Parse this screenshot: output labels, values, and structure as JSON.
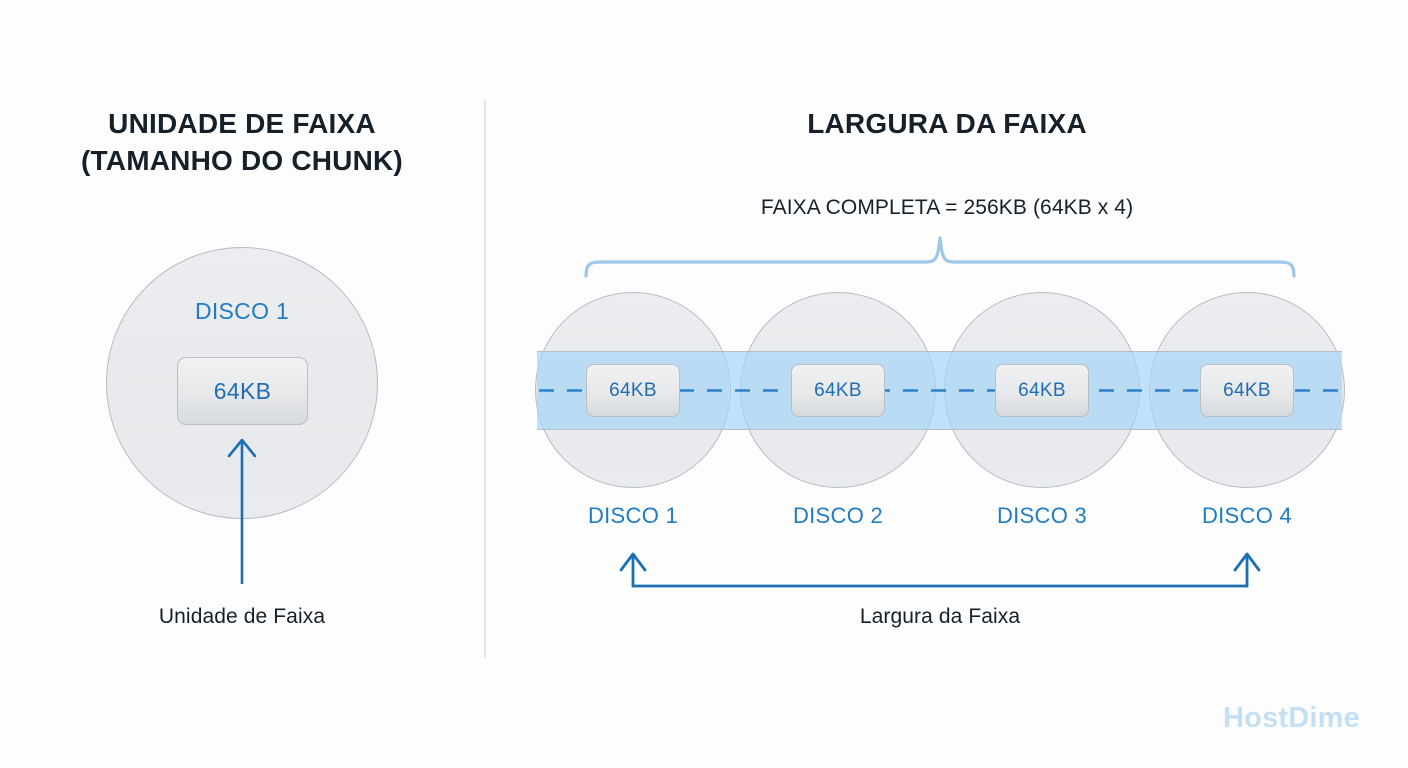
{
  "page": {
    "background": "#fdfdfd",
    "logo": "HostDime",
    "logo_color": "#c5dff2"
  },
  "colors": {
    "title": "#15202b",
    "disc_label_blue": "#1f7cc2",
    "chunk_text_blue": "#1f6db5",
    "arrow_blue": "#1b6fb5",
    "brace_blue": "#9dc8e8",
    "stripe_band": "#a7d6f6",
    "disc_fill": "#e8eaed",
    "disc_border": "#b6bcc4",
    "divider": "#e3e9ed"
  },
  "left_panel": {
    "title_line1": "UNIDADE DE FAIXA",
    "title_line2": "(TAMANHO DO CHUNK)",
    "disc_label": "DISCO 1",
    "chunk_label": "64KB",
    "caption": "Unidade de Faixa"
  },
  "right_panel": {
    "title": "LARGURA DA FAIXA",
    "full_stripe_label": "FAIXA COMPLETA = 256KB (64KB x 4)",
    "caption": "Largura da Faixa",
    "discs": [
      {
        "label": "DISCO 1",
        "chunk": "64KB"
      },
      {
        "label": "DISCO 2",
        "chunk": "64KB"
      },
      {
        "label": "DISCO 3",
        "chunk": "64KB"
      },
      {
        "label": "DISCO 4",
        "chunk": "64KB"
      }
    ]
  },
  "chart_data": {
    "type": "diagram",
    "title": "RAID striping: stripe unit vs stripe width",
    "stripe_unit_kb": 64,
    "disc_count": 4,
    "full_stripe_kb": 256,
    "formula": "256KB = 64KB x 4",
    "discs": [
      "DISCO 1",
      "DISCO 2",
      "DISCO 3",
      "DISCO 4"
    ],
    "chunk_values": [
      64,
      64,
      64,
      64
    ],
    "units": "KB"
  }
}
